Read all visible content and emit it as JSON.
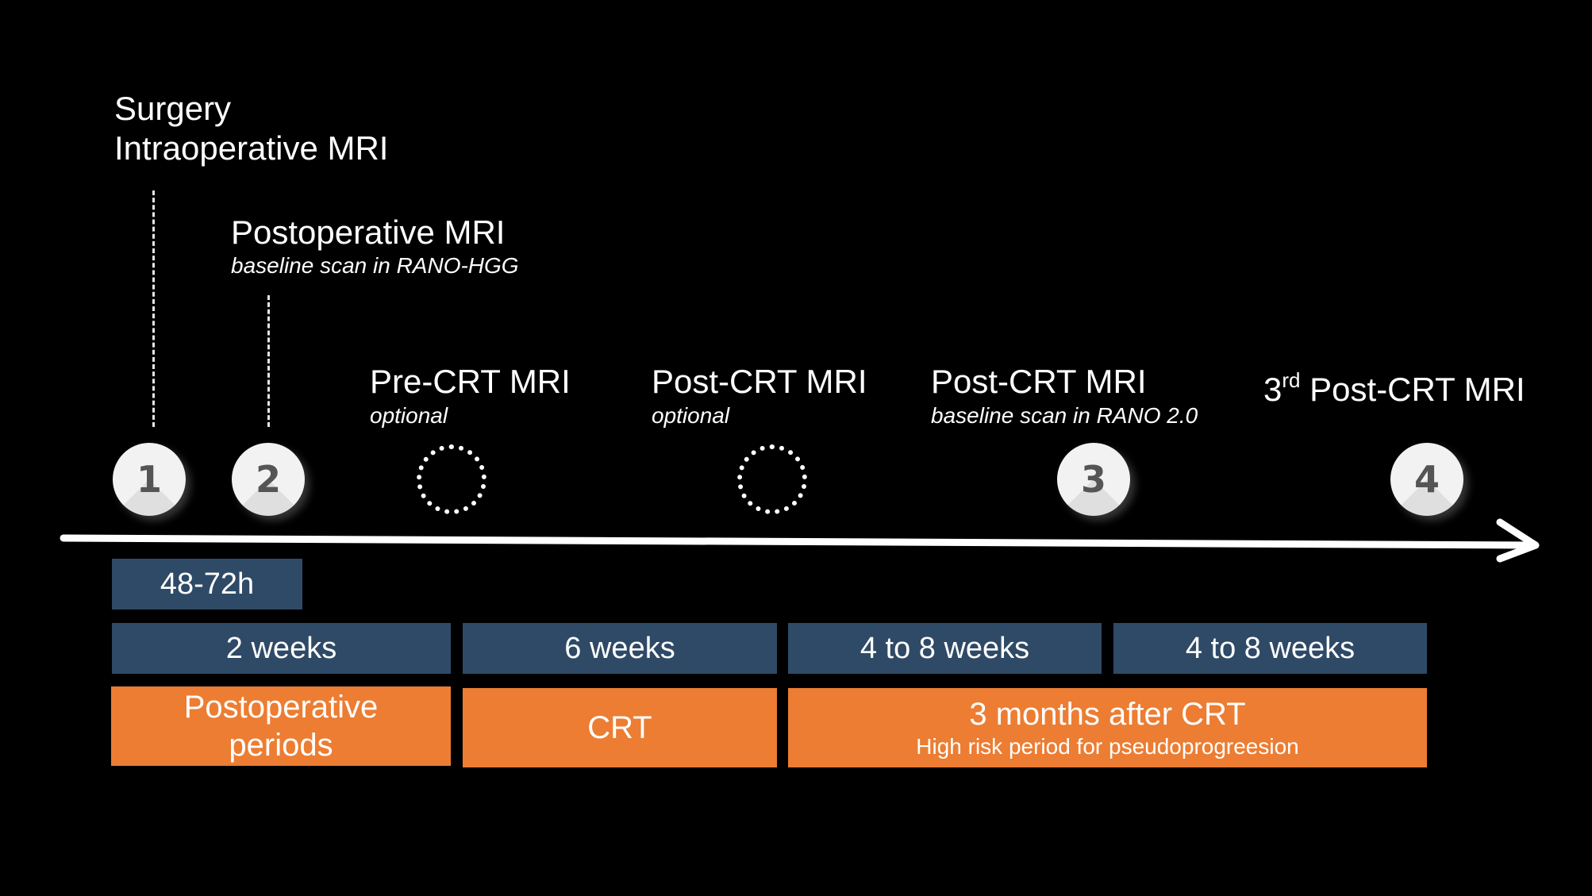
{
  "milestones": {
    "m1": {
      "number": "1",
      "line1": "Surgery",
      "line2": "Intraoperative MRI"
    },
    "m2": {
      "number": "2",
      "title": "Postoperative MRI",
      "subtitle": "baseline scan in RANO-HGG"
    },
    "pre_crt": {
      "title": "Pre-CRT MRI",
      "subtitle": "optional"
    },
    "post_crt_opt": {
      "title": "Post-CRT MRI",
      "subtitle": "optional"
    },
    "m3": {
      "number": "3",
      "title": "Post-CRT MRI",
      "subtitle": "baseline scan in RANO 2.0"
    },
    "m4": {
      "number": "4",
      "title_ordinal": "3",
      "title_sup": "rd",
      "title_rest": " Post-CRT MRI"
    }
  },
  "durations": {
    "short": "48-72h",
    "d1": "2 weeks",
    "d2": "6 weeks",
    "d3": "4 to 8 weeks",
    "d4": "4 to 8 weeks"
  },
  "phases": {
    "p1": {
      "line1": "Postoperative",
      "line2": "periods"
    },
    "p2": {
      "label": "CRT"
    },
    "p3": {
      "label": "3 months after CRT",
      "sublabel": "High risk period for pseudoprogreesion"
    }
  },
  "colors": {
    "background": "#000000",
    "duration_box": "#2f4a66",
    "phase_box": "#ec7d32",
    "arrow": "#ffffff"
  }
}
